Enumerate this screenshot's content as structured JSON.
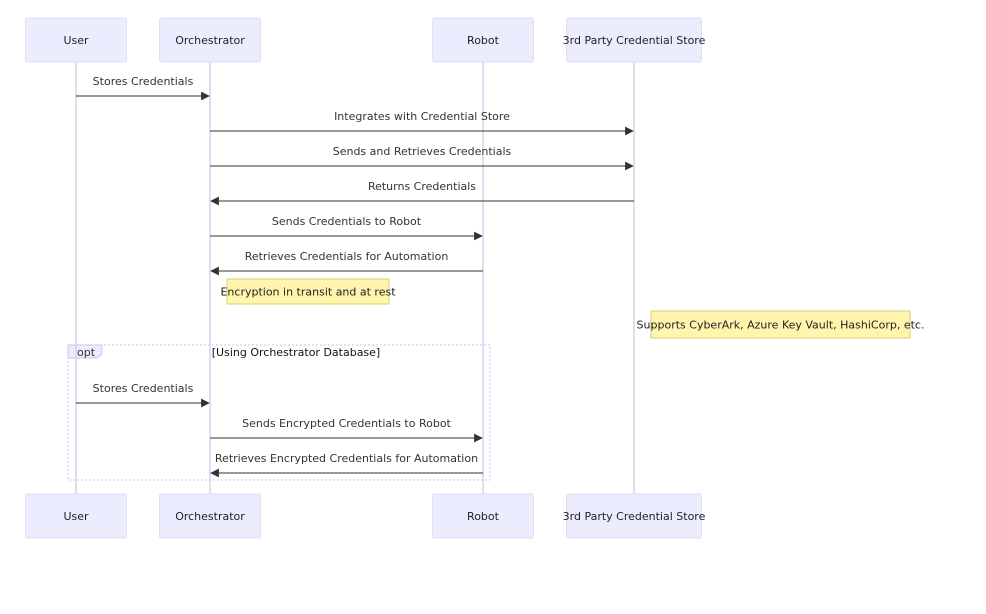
{
  "participants": [
    {
      "id": "user",
      "label": "User"
    },
    {
      "id": "orchestrator",
      "label": "Orchestrator"
    },
    {
      "id": "robot",
      "label": "Robot"
    },
    {
      "id": "store",
      "label": "3rd Party Credential Store"
    }
  ],
  "messages": [
    {
      "from": "user",
      "to": "orchestrator",
      "label": "Stores Credentials"
    },
    {
      "from": "orchestrator",
      "to": "store",
      "label": "Integrates with Credential Store"
    },
    {
      "from": "orchestrator",
      "to": "store",
      "label": "Sends and Retrieves Credentials"
    },
    {
      "from": "store",
      "to": "orchestrator",
      "label": "Returns Credentials"
    },
    {
      "from": "orchestrator",
      "to": "robot",
      "label": "Sends Credentials to Robot"
    },
    {
      "from": "robot",
      "to": "orchestrator",
      "label": "Retrieves Credentials for Automation"
    },
    {
      "from": "user",
      "to": "orchestrator",
      "label": "Stores Credentials"
    },
    {
      "from": "orchestrator",
      "to": "robot",
      "label": "Sends Encrypted Credentials to Robot"
    },
    {
      "from": "robot",
      "to": "orchestrator",
      "label": "Retrieves Encrypted Credentials for Automation"
    }
  ],
  "notes": [
    {
      "text": "Encryption in transit and at rest"
    },
    {
      "text": "Supports CyberArk, Azure Key Vault, HashiCorp, etc."
    }
  ],
  "frame": {
    "kind": "opt",
    "condition": "[Using Orchestrator Database]"
  }
}
